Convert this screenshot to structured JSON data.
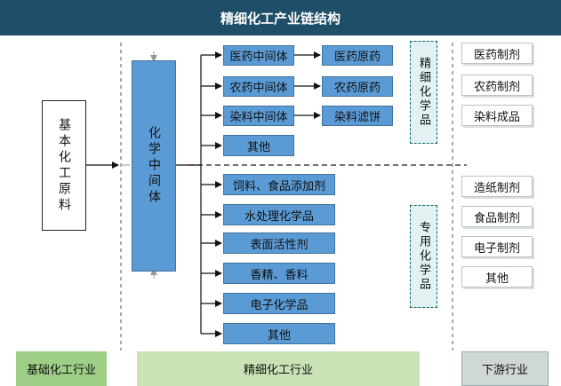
{
  "title": "精细化工产业链结构",
  "raw_materials": "基本化工原料",
  "intermediates": "化学中间体",
  "fine_chain": [
    {
      "intermediate": "医药中间体",
      "product": "医药原药"
    },
    {
      "intermediate": "农药中间体",
      "product": "农药原药"
    },
    {
      "intermediate": "染料中间体",
      "product": "染料滤饼"
    }
  ],
  "fine_other": "其他",
  "fine_category": "精细化学品",
  "specialty_items": [
    "饲料、食品添加剂",
    "水处理化学品",
    "表面活性剂",
    "香精、香料",
    "电子化学品",
    "其他"
  ],
  "specialty_category": "专用化学品",
  "downstream_top": [
    "医药制剂",
    "农药制剂",
    "染料成品"
  ],
  "downstream_bottom": [
    "造纸制剂",
    "食品制剂",
    "电子制剂",
    "其他"
  ],
  "industries": {
    "basic": "基础化工行业",
    "fine": "精细化工行业",
    "downstream": "下游行业"
  }
}
